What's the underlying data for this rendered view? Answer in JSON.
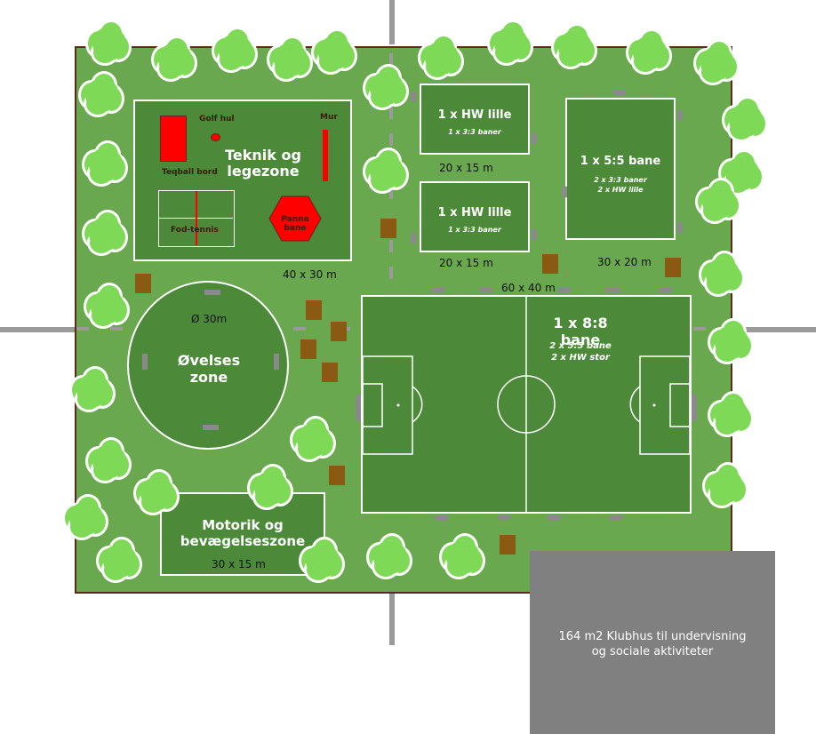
{
  "zones": {
    "teknik": {
      "title": "Teknik og\nlegezone",
      "dim": "40 x 30 m",
      "golf": "Golf hul",
      "mur": "Mur",
      "teqball": "Teqball bord",
      "fodtennis": "Fod-tennis",
      "panna": "Panna\nbane"
    },
    "hw_top": {
      "title": "1 x HW lille",
      "sub": "1 x 3:3 baner",
      "dim": "20 x 15 m"
    },
    "hw_bottom": {
      "title": "1 x HW lille",
      "sub": "1 x 3:3 baner",
      "dim": "20 x 15 m"
    },
    "five": {
      "title": "1 x 5:5 bane",
      "sub1": "2 x 3:3 baner",
      "sub2": "2 x HW lille",
      "dim": "30 x 20 m"
    },
    "eight": {
      "title": "1 x 8:8 bane",
      "sub1": "2 x 5:5 bane",
      "sub2": "2 x HW stor",
      "dim": "60 x 40 m"
    },
    "ovelses": {
      "title": "Øvelses\nzone",
      "dim": "Ø 30m"
    },
    "motorik": {
      "title": "Motorik og\nbevægelseszone",
      "dim": "30 x 15 m"
    },
    "klubhus": {
      "title": "164 m2 Klubhus til undervisning\nog sociale aktiviteter"
    }
  },
  "colors": {
    "grass": "#6aa84f",
    "zone": "#4c8a3a",
    "tree": "#7ed957",
    "border": "#5b2a1a",
    "red": "#ff0000",
    "clubhouse": "#808080",
    "equipment": "#8b5a12"
  }
}
